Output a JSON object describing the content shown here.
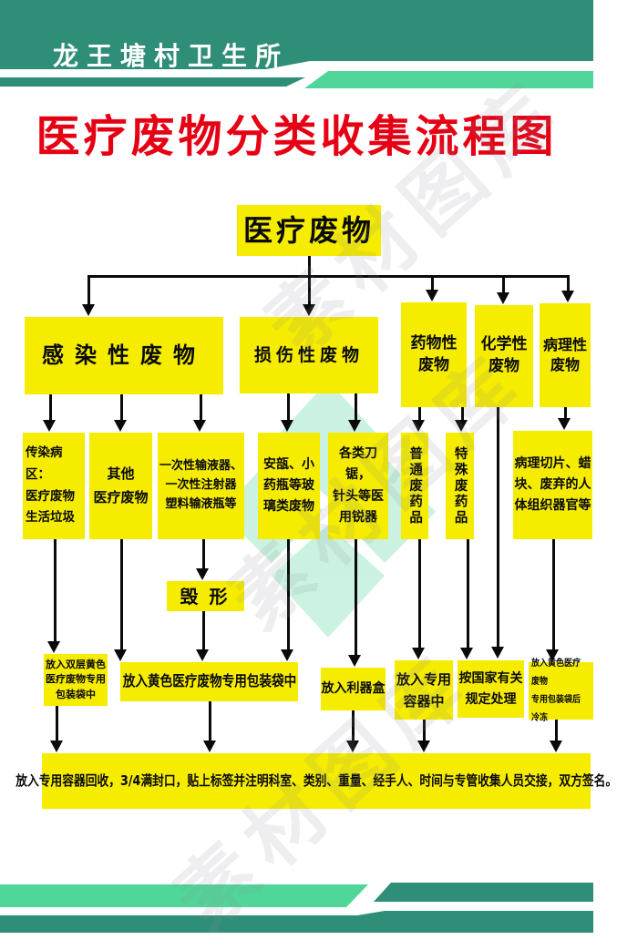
{
  "poster": {
    "clinic_name": "龙王塘村卫生所",
    "title": "医疗废物分类收集流程图"
  },
  "colors": {
    "teal": "#2f8e77",
    "mint": "#50d698",
    "yellow": "#f6ec00",
    "red": "#e60014",
    "line": "#0a0a0a"
  },
  "flow": {
    "root": "医疗废物",
    "categories": [
      {
        "label": "感染性废物"
      },
      {
        "label": "损伤性废物"
      },
      {
        "label": "药物性\n废物"
      },
      {
        "label": "化学性\n废物"
      },
      {
        "label": "病理性\n废物"
      }
    ],
    "items": [
      {
        "label": "传染病区：\n医疗废物\n生活垃圾"
      },
      {
        "label": "其他\n医疗废物"
      },
      {
        "label": "一次性输液器、\n一次性注射器\n塑料输液瓶等"
      },
      {
        "label": "安瓿、小\n药瓶等玻\n璃类废物"
      },
      {
        "label": "各类刀锯，\n针头等医\n用锐器"
      },
      {
        "label": "普通废药品"
      },
      {
        "label": "特殊废药品"
      },
      {
        "label": "病理切片、蜡\n块、废弃的人\n体组织器官等"
      }
    ],
    "destroy_label": "毁形",
    "actions": [
      {
        "label": "放入双层黄色\n医疗废物专用\n包装袋中"
      },
      {
        "label": "放入黄色医疗废物专用包装袋中"
      },
      {
        "label": "放入利器盒"
      },
      {
        "label": "放入专用\n容器中"
      },
      {
        "label": "按国家有关\n规定处理"
      },
      {
        "label": "放入黄色医疗废物\n专用包装袋后冷冻"
      }
    ],
    "final_step": "放入专用容器回收，3/4满封口，贴上标签并注明科室、类别、重量、经手人、时间与专管收集人员交接，双方签名。"
  },
  "watermark": {
    "text": "素材图库"
  }
}
